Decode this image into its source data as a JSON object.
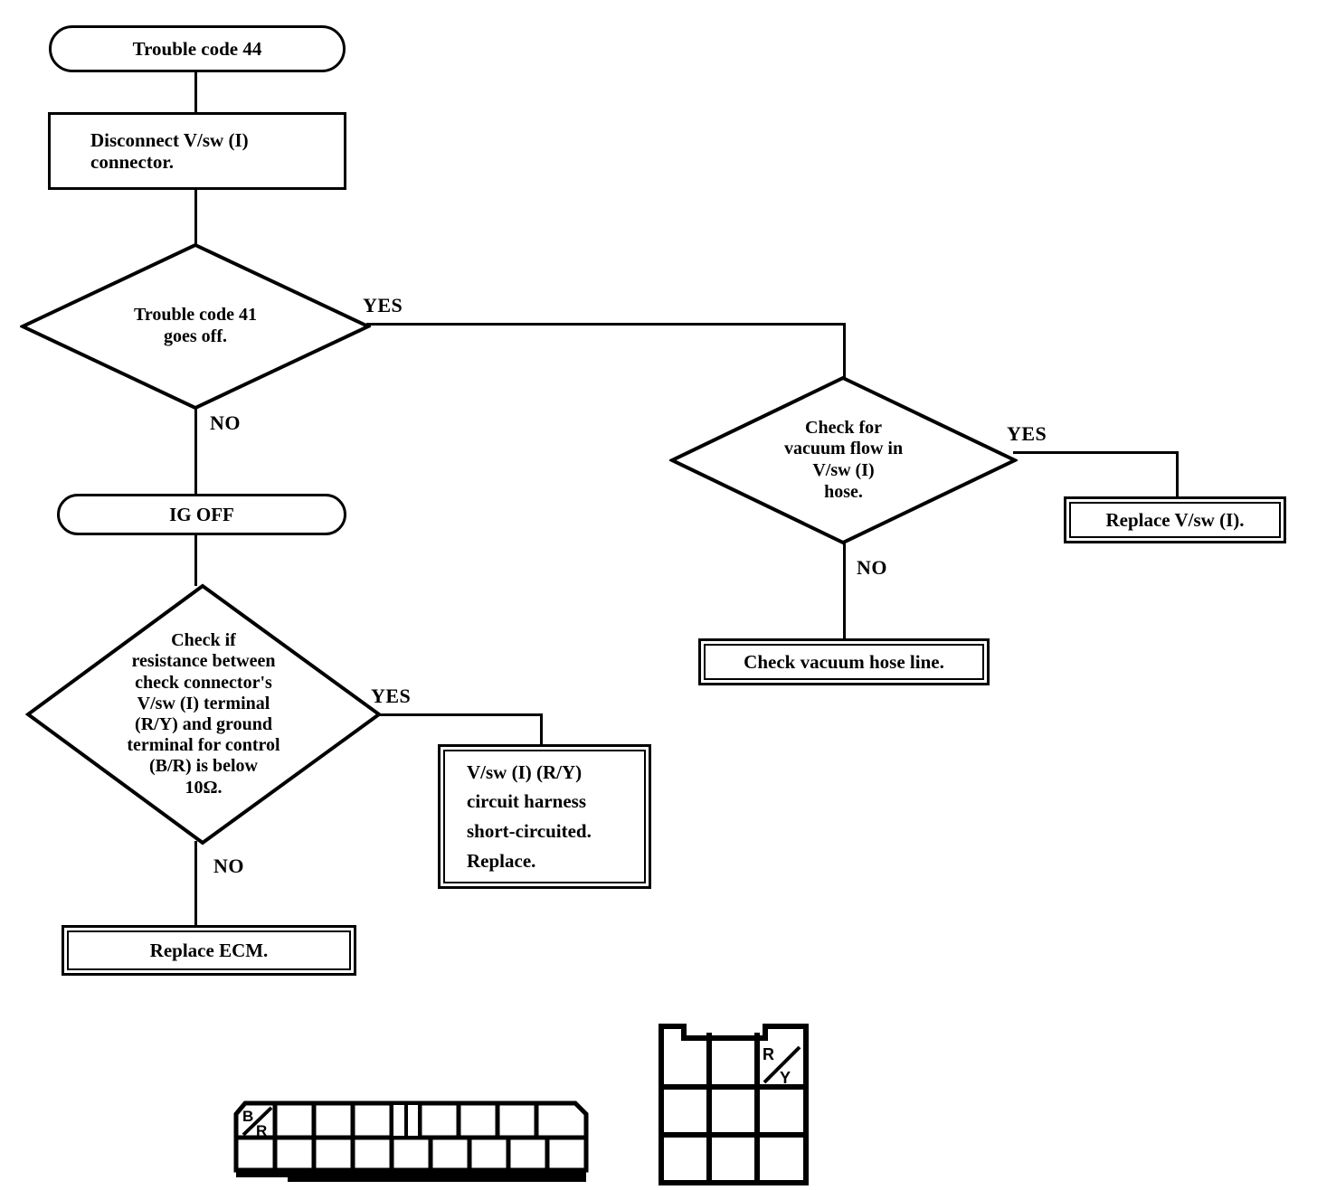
{
  "diagram": {
    "title": "Trouble code 44 diagnostic flowchart",
    "type": "flowchart",
    "line_color": "#000000",
    "background": "#ffffff"
  },
  "nodes": {
    "start": {
      "label": "Trouble code 44",
      "shape": "terminator"
    },
    "disconnect": {
      "label": "Disconnect V/sw (I)\nconnector.",
      "shape": "process"
    },
    "code41": {
      "label": "Trouble code 41\ngoes off.",
      "shape": "decision"
    },
    "ig_off": {
      "label": "IG OFF",
      "shape": "terminator"
    },
    "vacuum_check": {
      "label": "Check for\nvacuum flow in\nV/sw (I)\nhose.",
      "shape": "decision"
    },
    "replace_vsw": {
      "label": "Replace V/sw (I).",
      "shape": "result"
    },
    "check_hose": {
      "label": "Check vacuum hose line.",
      "shape": "result"
    },
    "resistance_check": {
      "label": "Check if\nresistance between\ncheck connector's\nV/sw (I) terminal\n(R/Y) and ground\nterminal for control\n(B/R) is below\n10Ω.",
      "shape": "decision"
    },
    "harness_short": {
      "label": "V/sw (I) (R/Y)\ncircuit harness\nshort-circuited.\nReplace.",
      "shape": "result"
    },
    "replace_ecm": {
      "label": "Replace ECM.",
      "shape": "result"
    }
  },
  "branch_labels": {
    "code41_yes": "YES",
    "code41_no": "NO",
    "vacuum_yes": "YES",
    "vacuum_no": "NO",
    "resistance_yes": "YES",
    "resistance_no": "NO"
  },
  "edges": [
    {
      "from": "start",
      "to": "disconnect",
      "label": ""
    },
    {
      "from": "disconnect",
      "to": "code41",
      "label": ""
    },
    {
      "from": "code41",
      "to": "vacuum_check",
      "label": "YES"
    },
    {
      "from": "code41",
      "to": "ig_off",
      "label": "NO"
    },
    {
      "from": "vacuum_check",
      "to": "replace_vsw",
      "label": "YES"
    },
    {
      "from": "vacuum_check",
      "to": "check_hose",
      "label": "NO"
    },
    {
      "from": "ig_off",
      "to": "resistance_check",
      "label": ""
    },
    {
      "from": "resistance_check",
      "to": "harness_short",
      "label": "YES"
    },
    {
      "from": "resistance_check",
      "to": "replace_ecm",
      "label": "NO"
    }
  ],
  "connectors": {
    "ecm_connector": {
      "name": "ECM check connector",
      "rows": 2,
      "top_cells": 9,
      "bottom_cells": 9,
      "marked_terminal": {
        "position": "top-left",
        "code_top": "B",
        "code_bottom": "R"
      }
    },
    "vsw_connector": {
      "name": "V/sw (I) connector",
      "rows": 3,
      "columns": 3,
      "marked_terminal": {
        "position": "top-right",
        "code_top": "R",
        "code_bottom": "Y"
      }
    }
  }
}
